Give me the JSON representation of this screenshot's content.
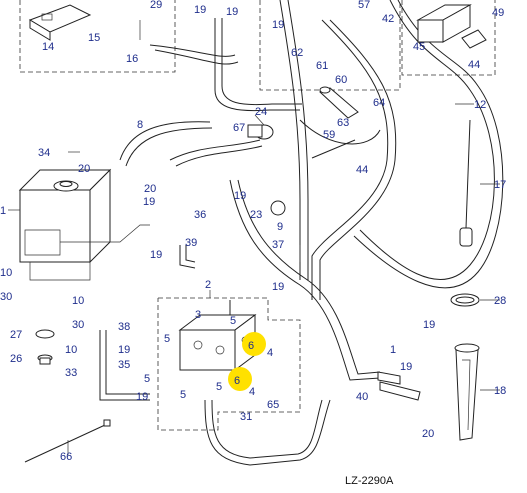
{
  "labels": [
    "1",
    "2",
    "3",
    "4",
    "5",
    "6",
    "8",
    "9",
    "10",
    "12",
    "14",
    "15",
    "16",
    "17",
    "18",
    "19",
    "20",
    "23",
    "24",
    "26",
    "27",
    "28",
    "29",
    "30",
    "31",
    "33",
    "34",
    "35",
    "36",
    "37",
    "38",
    "39",
    "40",
    "42",
    "44",
    "45",
    "49",
    "57",
    "59",
    "60",
    "61",
    "62",
    "63",
    "64",
    "65",
    "66",
    "67"
  ],
  "highlighted": [
    "6"
  ],
  "drawing_number": "LZ-2290A",
  "colors": {
    "label": "#1f2e8c",
    "line": "#222222",
    "highlight": "#ffe100"
  }
}
